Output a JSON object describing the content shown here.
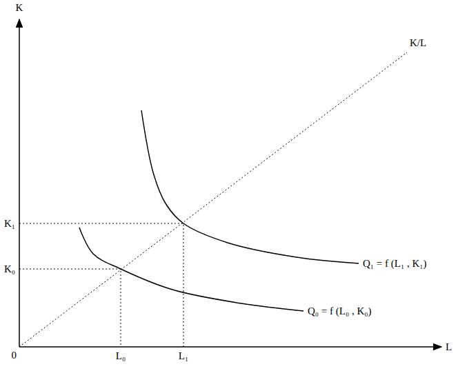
{
  "diagram": {
    "labels": [
      "K",
      "K/L",
      "K₁",
      "Q₁ = f (L₁ , K₁)",
      "K₀",
      "Q₀ = f (L₀ , K₀)",
      "0",
      "L₀",
      "L₁",
      "L"
    ]
  }
}
